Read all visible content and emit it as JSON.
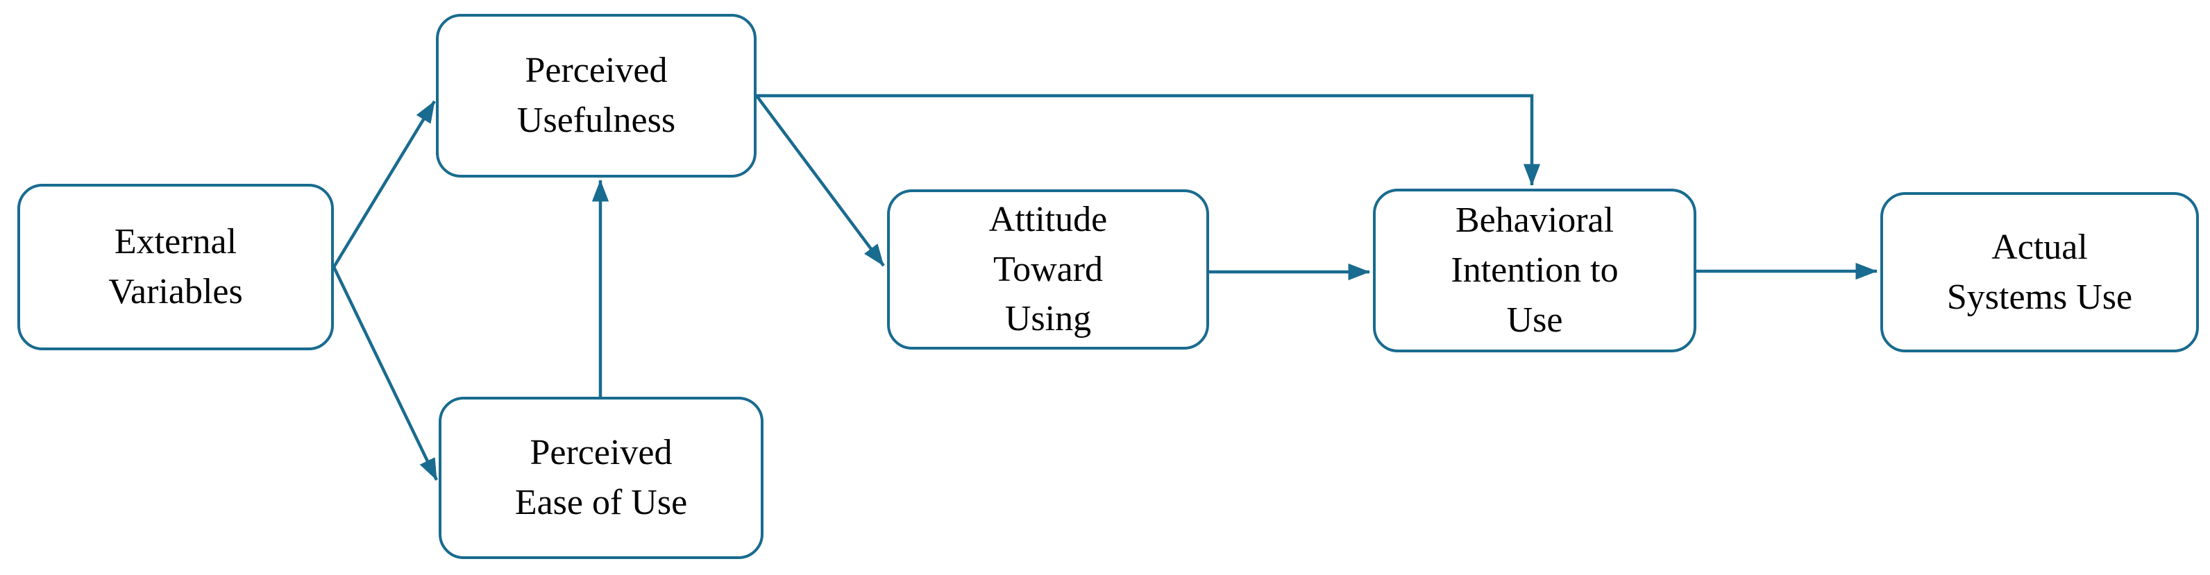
{
  "colors": {
    "accent": "#196b8f",
    "text": "#000000",
    "background": "#ffffff"
  },
  "nodes": [
    {
      "id": "external-variables",
      "label": [
        "External",
        "Variables"
      ]
    },
    {
      "id": "perceived-usefulness",
      "label": [
        "Perceived",
        "Usefulness"
      ]
    },
    {
      "id": "perceived-ease-of-use",
      "label": [
        "Perceived",
        "Ease of Use"
      ]
    },
    {
      "id": "attitude-toward-using",
      "label": [
        "Attitude",
        "Toward",
        "Using"
      ]
    },
    {
      "id": "behavioral-intention",
      "label": [
        "Behavioral",
        "Intention to",
        "Use"
      ]
    },
    {
      "id": "actual-systems-use",
      "label": [
        "Actual",
        "Systems Use"
      ]
    }
  ],
  "edges": [
    {
      "from": "external-variables",
      "to": "perceived-usefulness"
    },
    {
      "from": "external-variables",
      "to": "perceived-ease-of-use"
    },
    {
      "from": "perceived-ease-of-use",
      "to": "perceived-usefulness"
    },
    {
      "from": "perceived-usefulness",
      "to": "behavioral-intention"
    },
    {
      "from": "perceived-usefulness",
      "to": "attitude-toward-using"
    },
    {
      "from": "attitude-toward-using",
      "to": "behavioral-intention"
    },
    {
      "from": "behavioral-intention",
      "to": "actual-systems-use"
    }
  ]
}
